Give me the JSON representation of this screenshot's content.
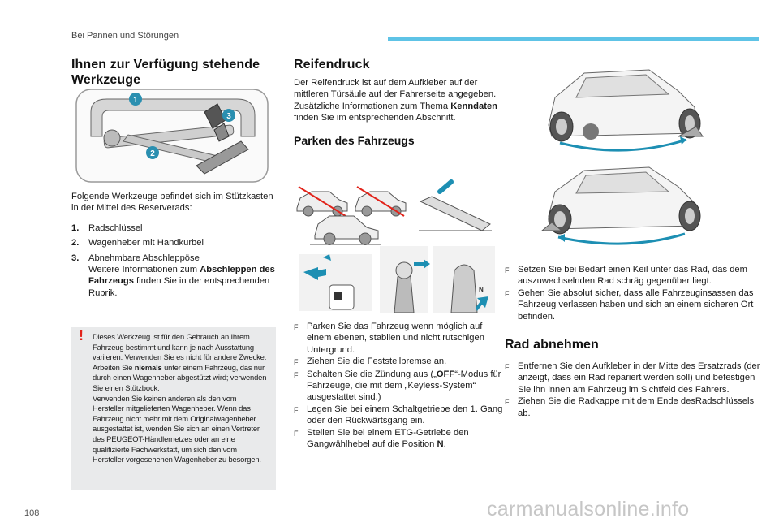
{
  "header": {
    "chapter": "Bei Pannen und Störungen"
  },
  "page_number": "108",
  "watermark": "carmanualsonline.info",
  "colors": {
    "accent": "#5ec3e6",
    "warning": "#e2231a",
    "box_bg": "#e9eaeb",
    "arrow": "#1d8fb3"
  },
  "tools": {
    "title_line1": "Ihnen zur Verfügung stehende",
    "title_line2": "Werkzeuge",
    "callouts": [
      "1",
      "2",
      "3"
    ],
    "intro": "Folgende Werkzeuge befindet sich im Stützkasten in der Mittel des Reserverads:",
    "items": [
      {
        "num": "1.",
        "text": "Radschlüssel"
      },
      {
        "num": "2.",
        "text": "Wagenheber mit Handkurbel"
      },
      {
        "num": "3.",
        "line1": "Abnehmbare Abschleppöse",
        "line2a": "Weitere Informationen zum ",
        "line2b": "Abschleppen des Fahrzeugs",
        "line2c": " finden Sie in der entsprechenden Rubrik."
      }
    ]
  },
  "warning": {
    "mark": "!",
    "p1a": "Dieses Werkzeug ist für den Gebrauch an Ihrem Fahrzeug bestimmt und kann je nach Ausstattung variieren. Verwenden Sie es nicht für andere Zwecke. Arbeiten Sie ",
    "p1b": "niemals",
    "p1c": " unter einem Fahrzeug, das nur durch einen Wagenheber abgestützt wird; verwenden Sie einen Stützbock.",
    "p2": "Verwenden Sie keinen anderen als den vom Hersteller mitgelieferten Wagenheber. Wenn das Fahrzeug nicht mehr mit dem Originalwagenheber ausgestattet ist, wenden Sie sich an einen Vertreter des PEUGEOT-Händlernetzes oder an eine qualifizierte Fachwerkstatt, um sich den vom Hersteller vorgesehenen Wagenheber zu besorgen."
  },
  "tyre": {
    "title": "Reifendruck",
    "p1": "Der Reifendruck ist auf dem Aufkleber auf der mittleren Türsäule auf der Fahrerseite angegeben.",
    "p2a": "Zusätzliche Informationen zum Thema ",
    "p2b": "Kenndaten",
    "p2c": " finden Sie im entsprechenden Abschnitt."
  },
  "parking": {
    "title": "Parken des Fahrzeugs",
    "gear_label": "N",
    "bullet": "F",
    "items": [
      {
        "a": "Parken Sie das Fahrzeug wenn möglich auf einem ebenen, stabilen und nicht rutschigen Untergrund."
      },
      {
        "a": "Ziehen Sie die Feststellbremse an."
      },
      {
        "a": "Schalten Sie die Zündung aus („",
        "b": "OFF",
        "c": "“-Modus für Fahrzeuge, die mit dem „Keyless-System“ ausgestattet sind.)"
      },
      {
        "a": "Legen Sie bei einem Schaltgetriebe den 1. Gang oder den Rückwärtsgang ein."
      },
      {
        "a": "Stellen Sie bei einem ETG-Getriebe den Gangwählhebel auf die Position ",
        "b": "N",
        "c": "."
      }
    ]
  },
  "wedge": {
    "items": [
      "Setzen Sie bei Bedarf einen Keil unter das Rad, das dem auszuwechselnden Rad schräg gegenüber liegt.",
      "Gehen Sie absolut sicher, dass alle Fahrzeuginsassen das Fahrzeug verlassen haben und sich an einem sicheren Ort befinden."
    ]
  },
  "wheel": {
    "title": "Rad abnehmen",
    "items": [
      "Entfernen Sie den Aufkleber in der Mitte des Ersatzrads (der anzeigt, dass ein Rad repariert werden soll) und befestigen Sie ihn innen am Fahrzeug im Sichtfeld des Fahrers.",
      "Ziehen Sie die Radkappe mit dem Ende desRadschlüssels ab."
    ]
  }
}
